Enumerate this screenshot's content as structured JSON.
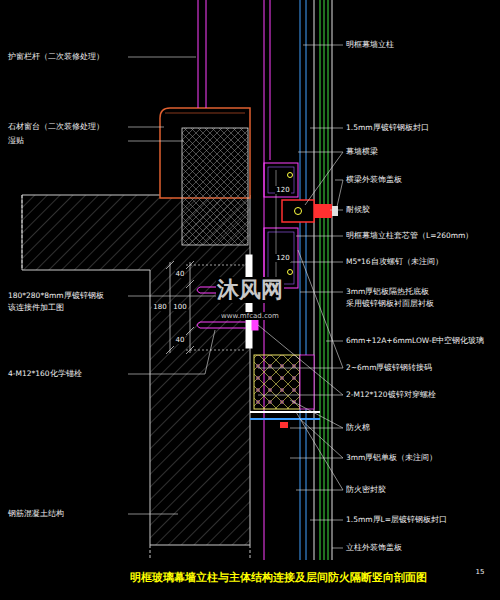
{
  "diagram": {
    "title": "明框玻璃幕墙立柱与主体结构连接及层间防火隔断竖向剖面图",
    "labels": [
      "护窗栏杆（二次装修处理）",
      "石材窗台（二次装修处理）",
      "湿贴",
      "180*280*8mm厚镀锌钢板",
      "该连接件加工图",
      "4-M12*160化学锚栓",
      "钢筋混凝土结构",
      "明框幕墙立柱",
      "1.5mm厚镀锌钢板封口",
      "幕墙横梁",
      "横梁外装饰盖板",
      "耐候胶",
      "明框幕墙立柱套芯管（L=260mm）",
      "M5*16自攻螺钉（未注间）",
      "3mm厚铝板隔热托底板",
      "采用镀锌钢板衬面层衬板",
      "6mm+12A+6mmLOW-E中空钢化玻璃",
      "2~6mm厚镀锌钢转接码",
      "2-M12*120镀锌对穿螺栓",
      "防火棉",
      "3mm厚铝单板（未注间）",
      "防火密封胶",
      "1.5mm厚L=层镀锌钢板封口",
      "立柱外装饰盖板",
      "120",
      "120",
      "40",
      "100",
      "40",
      "180",
      "沐风网",
      "www.mfcad.com",
      "15"
    ]
  }
}
